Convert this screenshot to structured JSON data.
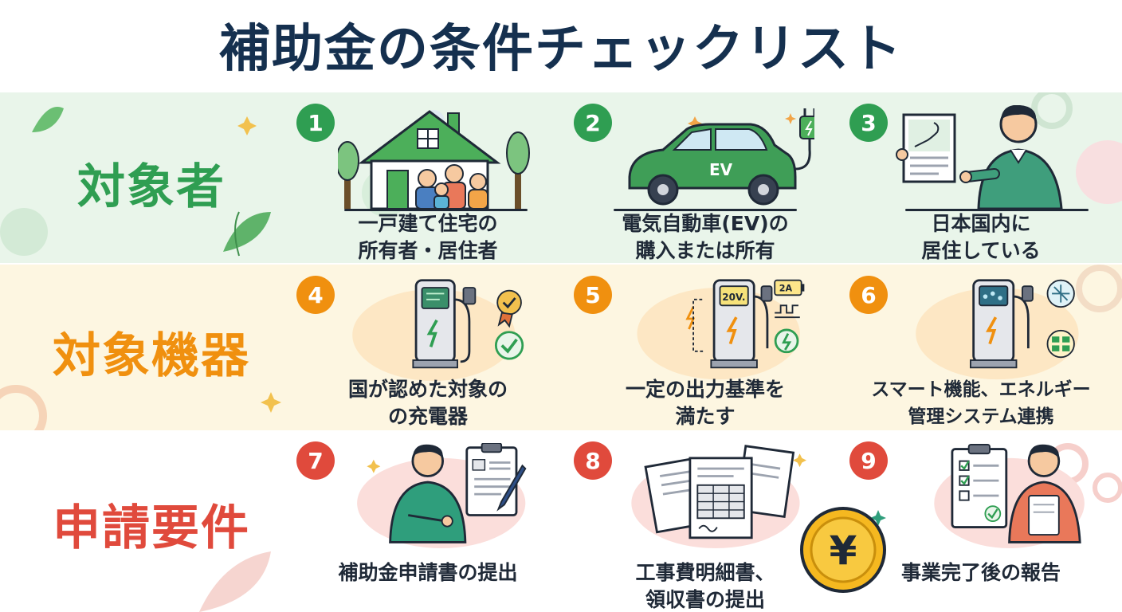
{
  "title": "補助金の条件チェックリスト",
  "colors": {
    "green": "#2f9e52",
    "orange": "#f0900f",
    "red": "#e04a3c",
    "navy": "#15304f"
  },
  "sections": [
    {
      "label": "対象者",
      "items": [
        {
          "number": "1",
          "lines": [
            "一戸建て住宅の",
            "所有者・居住者"
          ],
          "icon": "house-family-icon"
        },
        {
          "number": "2",
          "lines": [
            "電気自動車(EV)の",
            "購入または所有"
          ],
          "icon": "ev-car-icon",
          "car_text": "EV"
        },
        {
          "number": "3",
          "lines": [
            "日本国内に",
            "居住している"
          ],
          "icon": "japan-map-person-icon"
        }
      ]
    },
    {
      "label": "対象機器",
      "items": [
        {
          "number": "4",
          "lines": [
            "国が認めた対象の",
            "の充電器"
          ],
          "icon": "certified-charger-icon"
        },
        {
          "number": "5",
          "lines": [
            "一定の出力基準を",
            "満たす"
          ],
          "icon": "charger-output-icon",
          "display_text": "20V.",
          "amp_text": "2A"
        },
        {
          "number": "6",
          "lines": [
            "スマート機能、エネルギー",
            "管理システム連携"
          ],
          "icon": "smart-charger-icon"
        }
      ]
    },
    {
      "label": "申請要件",
      "items": [
        {
          "number": "7",
          "lines": [
            "補助金申請書の提出"
          ],
          "icon": "person-application-icon"
        },
        {
          "number": "8",
          "lines": [
            "工事費明細書、",
            "領収書の提出"
          ],
          "icon": "documents-icon"
        },
        {
          "number": "9",
          "lines": [
            "事業完了後の報告"
          ],
          "icon": "report-checklist-icon",
          "coin_text": "¥"
        }
      ]
    }
  ]
}
